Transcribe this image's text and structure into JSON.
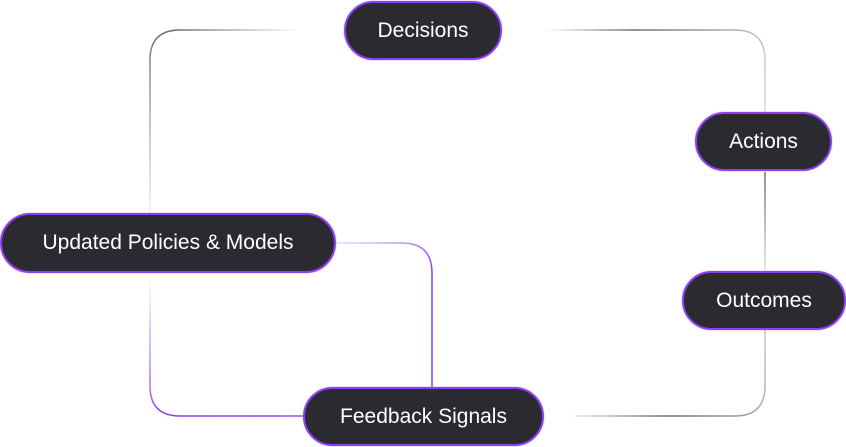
{
  "diagram": {
    "nodes": {
      "decisions": "Decisions",
      "actions": "Actions",
      "outcomes": "Outcomes",
      "feedback_signals": "Feedback Signals",
      "updated_policies_models": "Updated Policies & Models"
    },
    "colors": {
      "node_fill": "#2b2a30",
      "node_border": "#8b3ff0",
      "node_text": "#ffffff",
      "connector_gray": "#5e5e66",
      "connector_accent": "#8b3ff0"
    },
    "edges": [
      [
        "decisions",
        "actions"
      ],
      [
        "actions",
        "outcomes"
      ],
      [
        "outcomes",
        "feedback_signals"
      ],
      [
        "feedback_signals",
        "updated_policies_models"
      ],
      [
        "updated_policies_models",
        "decisions"
      ]
    ]
  }
}
